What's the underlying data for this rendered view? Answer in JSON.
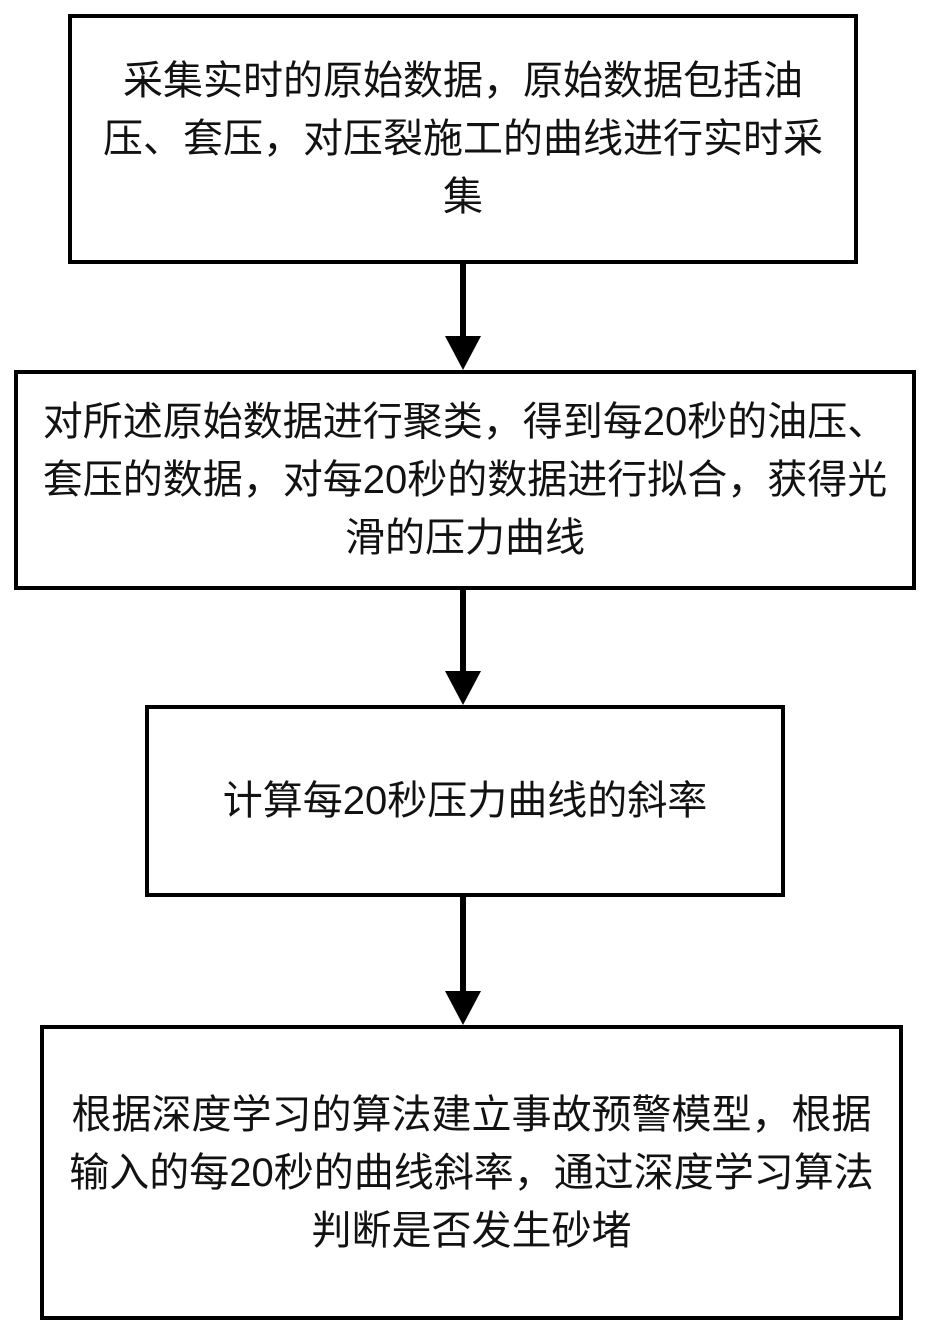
{
  "diagram": {
    "type": "flowchart",
    "orientation": "top-down",
    "colors": {
      "background": "#ffffff",
      "box_border": "#000000",
      "text": "#121212",
      "arrow": "#000000"
    },
    "steps": [
      {
        "id": 1,
        "label": "采集实时的原始数据，原始数据包括油压、套压，对压裂施工的曲线进行实时采集"
      },
      {
        "id": 2,
        "label": "对所述原始数据进行聚类，得到每20秒的油压、套压的数据，对每20秒的数据进行拟合，获得光滑的压力曲线"
      },
      {
        "id": 3,
        "label": "计算每20秒压力曲线的斜率"
      },
      {
        "id": 4,
        "label": "根据深度学习的算法建立事故预警模型，根据输入的每20秒的曲线斜率，通过深度学习算法判断是否发生砂堵"
      }
    ],
    "connectors": [
      {
        "from": 1,
        "to": 2,
        "style": "solid-arrow-down"
      },
      {
        "from": 2,
        "to": 3,
        "style": "solid-arrow-down"
      },
      {
        "from": 3,
        "to": 4,
        "style": "solid-arrow-down"
      }
    ]
  }
}
